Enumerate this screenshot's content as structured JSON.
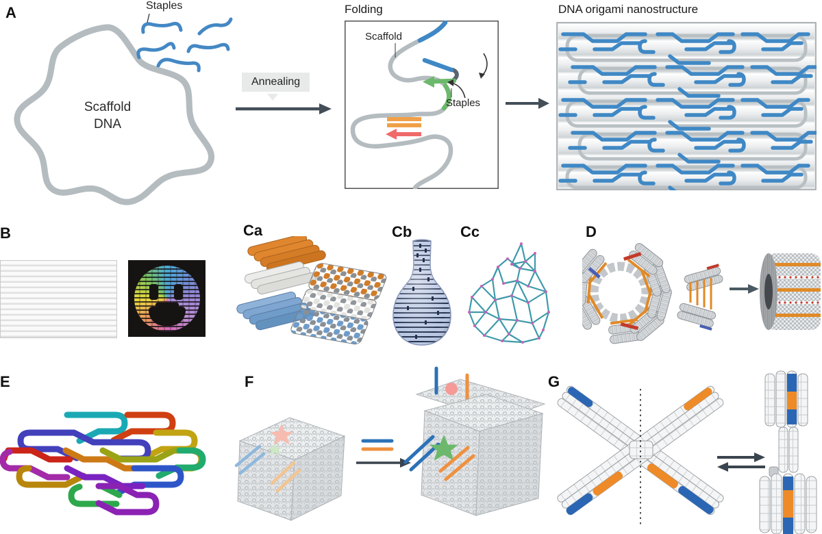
{
  "panel_a": {
    "label": "A",
    "scaffold_line1": "Scaffold",
    "scaffold_line2": "DNA",
    "staples_label": "Staples",
    "annealing_label": "Annealing",
    "folding_title": "Folding",
    "folding_scaffold_label": "Scaffold",
    "folding_staples_label": "Staples",
    "origami_title": "DNA origami nanostructure"
  },
  "panel_b": {
    "label": "B"
  },
  "panel_c": {
    "label_a": "Ca",
    "label_b": "Cb",
    "label_c": "Cc"
  },
  "panel_d": {
    "label": "D"
  },
  "panel_e": {
    "label": "E"
  },
  "panel_f": {
    "label": "F"
  },
  "panel_g": {
    "label": "G"
  },
  "colors": {
    "staple_blue": "#3f88c5",
    "scaffold_gray": "#b4bcc0",
    "strand_green": "#6cb86c",
    "staple_orange": "#f0a048",
    "staple_red": "#f06a6a",
    "arrow_dark": "#434e58",
    "label_bg": "#e8eaea",
    "render_orange": "#e0862e",
    "render_blue": "#6f9cc9",
    "vase_blue": "#b9c6e2",
    "bunny_teal": "#3e9aaa",
    "bunny_pink": "#c863b8",
    "bold_blue": "#2b72b8",
    "bold_orange": "#ee9140"
  }
}
